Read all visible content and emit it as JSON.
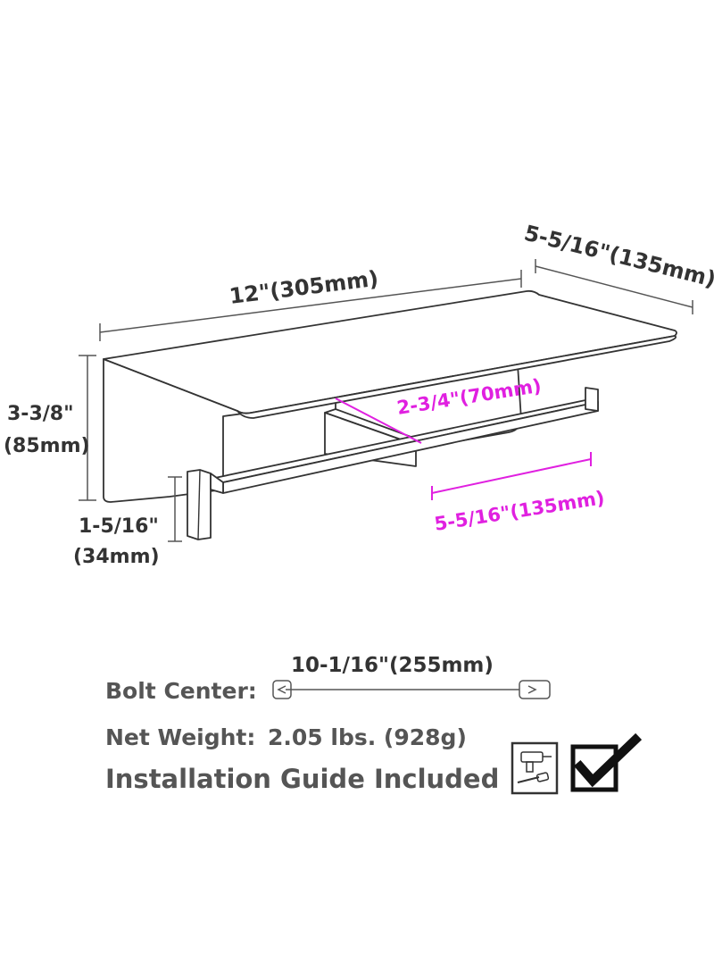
{
  "dimensions": {
    "overall_length": "12\"(305mm)",
    "depth": "5-5/16\"(135mm)",
    "height_in": "3-3/8\"",
    "height_mm": "(85mm)",
    "bar_height_in": "1-5/16\"",
    "bar_height_mm": "(34mm)",
    "roll_gap": "2-3/4\"(70mm)",
    "bar_length": "5-5/16\"(135mm)"
  },
  "specs": {
    "bolt_center_label": "Bolt Center:",
    "bolt_center_value": "10-1/16\"(255mm)",
    "net_weight_label": "Net Weight:",
    "net_weight_value": "2.05 lbs. (928g)",
    "installation": "Installation Guide Included"
  },
  "colors": {
    "dimension_text": "#333333",
    "highlight": "#e020e0",
    "spec_text": "#555555"
  },
  "icons": [
    "drill-screwdriver-icon",
    "checkbox-checked-icon"
  ]
}
